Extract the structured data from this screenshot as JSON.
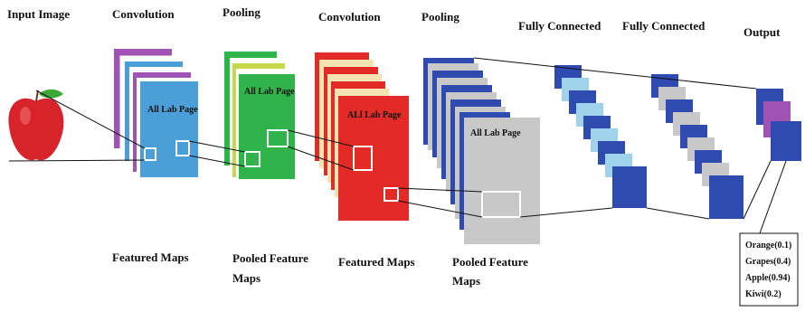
{
  "stages": {
    "input_image": "Input Image",
    "convolution_1": "Convolution",
    "pooling_1": "Pooling",
    "convolution_2": "Convolution",
    "pooling_2": "Pooling",
    "fully_connected_1": "Fully Connected",
    "fully_connected_2": "Fully Connected",
    "output": "Output"
  },
  "captions": {
    "featured_maps": "Featured Maps",
    "pooled_feature_maps_1": "Pooled Feature",
    "pooled_feature_maps_1_line2": "Maps",
    "featured_maps_2": "Featured Maps",
    "pooled_feature_maps_2": "Pooled Feature",
    "pooled_feature_maps_2_line2": "Maps"
  },
  "watermarks": {
    "conv1": "All Lab Page",
    "pool1": "All Lab Page",
    "conv2": "ALl Lab Page",
    "pool2": "All Lab Page"
  },
  "output_box": {
    "lines": [
      "Orange(0.1)",
      "Grapes(0.4)",
      "Apple(0.94)",
      "Kiwi(0.2)"
    ]
  },
  "colors": {
    "conv1_front": "#4a9fd8",
    "conv1_back": "#a052b5",
    "pool1_front": "#2fb34a",
    "pool1_back": "#c8d84c",
    "conv2_front": "#e22b27",
    "conv2_back": "#f3e3b0",
    "pool2_front": "#c8c8c8",
    "pool2_back": "#2f4bb0",
    "fc_dark": "#2f4bb0",
    "fc_light": "#9fd3ec",
    "fc2_light": "#c8c8c8",
    "output_purple": "#a052b5",
    "apple": "#d9232a"
  }
}
